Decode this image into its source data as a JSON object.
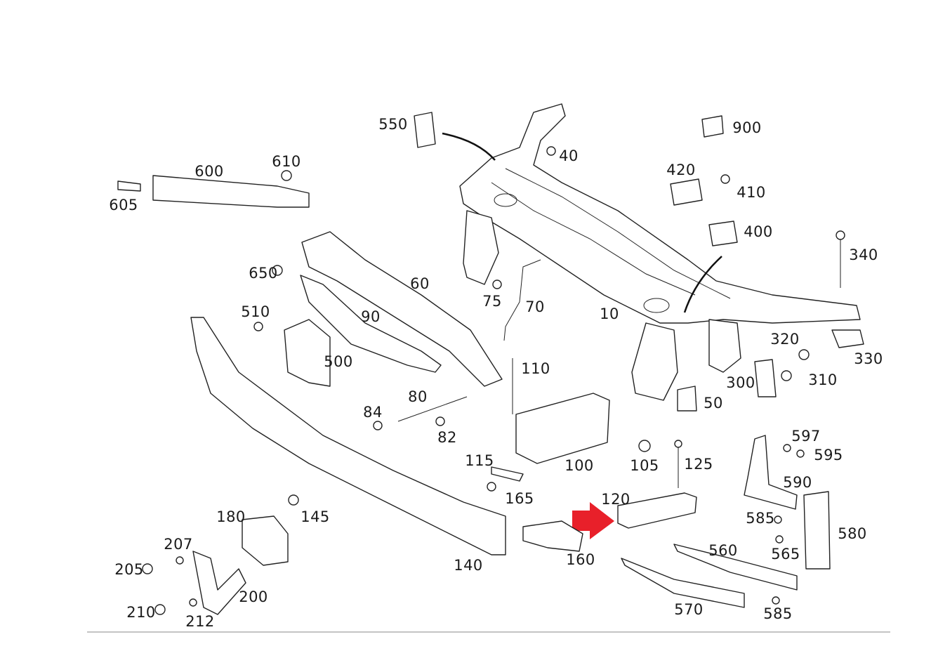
{
  "diagram": {
    "type": "exploded parts diagram",
    "highlight_color": "#e8202a",
    "highlighted_part": "120",
    "labels": [
      "550",
      "40",
      "900",
      "420",
      "410",
      "600",
      "610",
      "605",
      "400",
      "340",
      "650",
      "60",
      "75",
      "70",
      "10",
      "510",
      "90",
      "500",
      "320",
      "330",
      "110",
      "300",
      "310",
      "80",
      "84",
      "50",
      "82",
      "597",
      "595",
      "115",
      "100",
      "105",
      "125",
      "590",
      "165",
      "120",
      "180",
      "145",
      "585",
      "580",
      "207",
      "565",
      "560",
      "160",
      "140",
      "205",
      "200",
      "210",
      "570",
      "585",
      "212"
    ]
  }
}
